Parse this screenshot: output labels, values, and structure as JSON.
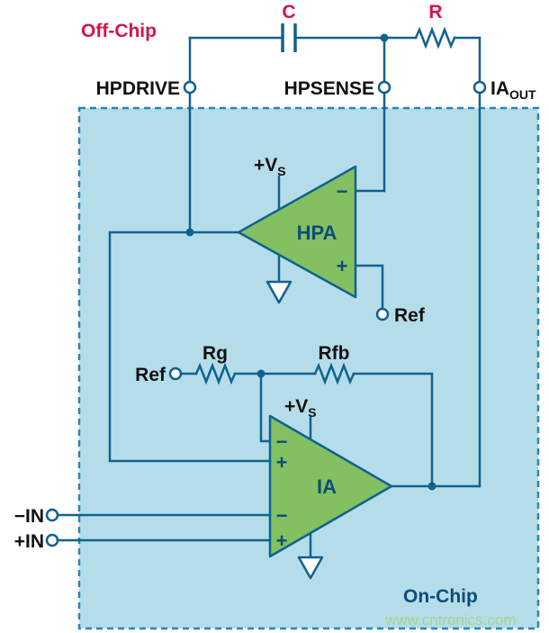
{
  "diagram": {
    "off_chip_label": "Off-Chip",
    "on_chip_label": "On-Chip",
    "watermark": "www.cntronics.com",
    "off_chip_components": {
      "capacitor": "C",
      "resistor": "R"
    },
    "terminals": {
      "hpdrive": "HPDRIVE",
      "hpsense": "HPSENSE",
      "ia_out_main": "IA",
      "ia_out_sub": "OUT",
      "hpa_ref": "Ref",
      "ia_ref": "Ref",
      "neg_in": "−IN",
      "pos_in": "+IN"
    },
    "resistors": {
      "rg": "Rg",
      "rfb": "Rfb"
    },
    "hpa": {
      "name": "HPA",
      "vs_main": "+V",
      "vs_sub": "S",
      "inv": "−",
      "noninv": "+"
    },
    "ia": {
      "name": "IA",
      "vs_main": "+V",
      "vs_sub": "S",
      "fb_inv": "−",
      "fb_noninv": "+",
      "inv": "−",
      "noninv": "+"
    },
    "colors": {
      "wire": "#11618f",
      "chip_fill": "#b5dde9",
      "chip_border": "#2b85b5",
      "amp_fill": "#83c061",
      "label_black": "#111111",
      "label_red": "#d2164a",
      "label_blue": "#0b4d79",
      "watermark_green": "#a4d48e"
    }
  }
}
